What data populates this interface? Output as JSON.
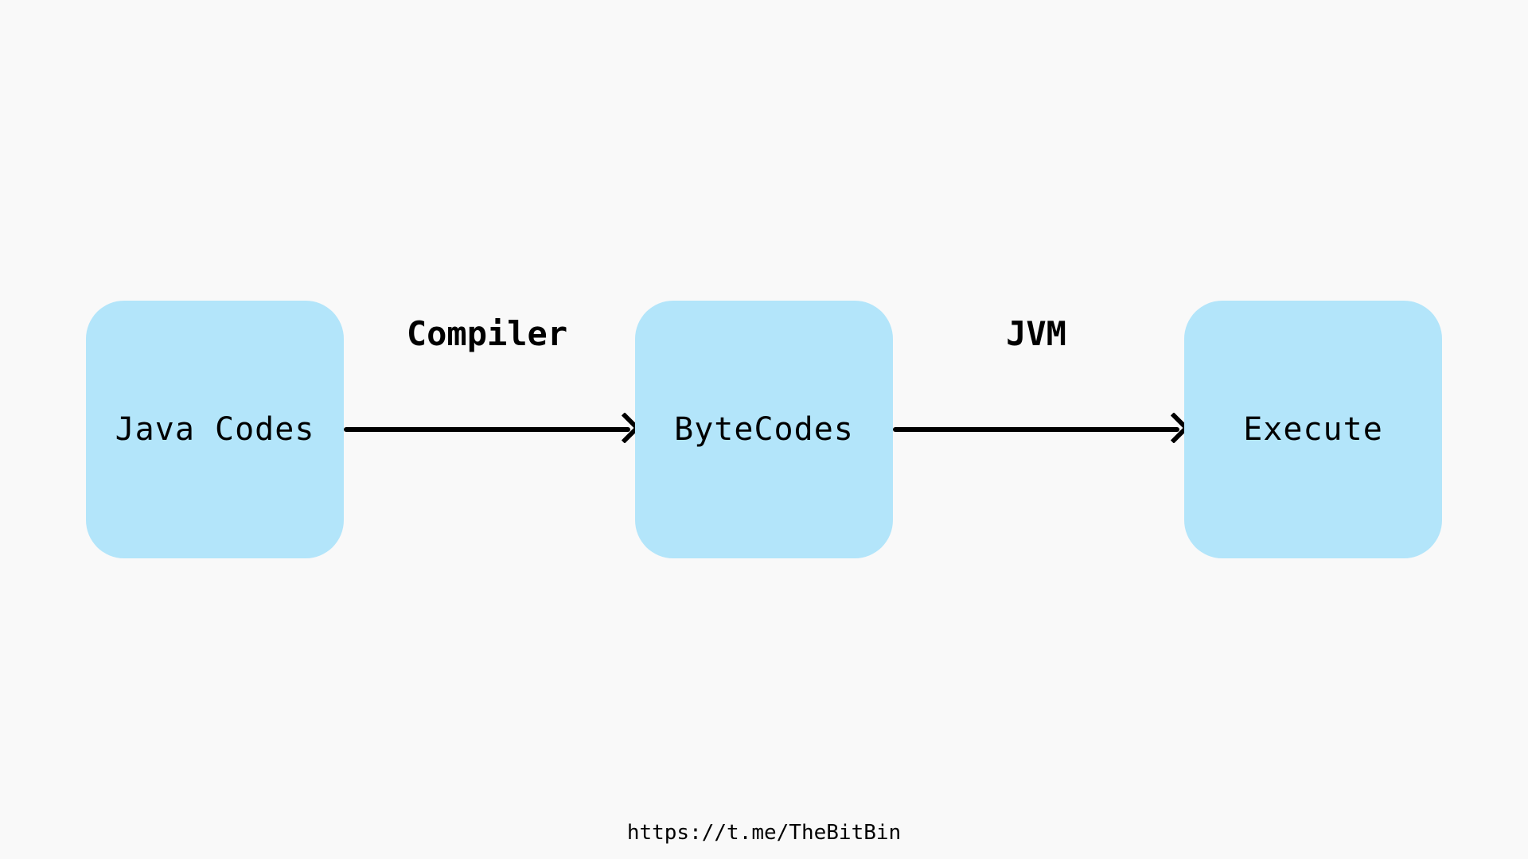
{
  "diagram": {
    "nodes": [
      {
        "label": "Java Codes"
      },
      {
        "label": "ByteCodes"
      },
      {
        "label": "Execute"
      }
    ],
    "edges": [
      {
        "from": "Java Codes",
        "to": "ByteCodes",
        "label": "Compiler"
      },
      {
        "from": "ByteCodes",
        "to": "Execute",
        "label": "JVM"
      }
    ]
  },
  "footer": {
    "link": "https://t.me/TheBitBin"
  },
  "colors": {
    "background": "#f9f9f9",
    "node_fill": "#b3e5fa",
    "arrow": "#000000",
    "text": "#000000"
  }
}
